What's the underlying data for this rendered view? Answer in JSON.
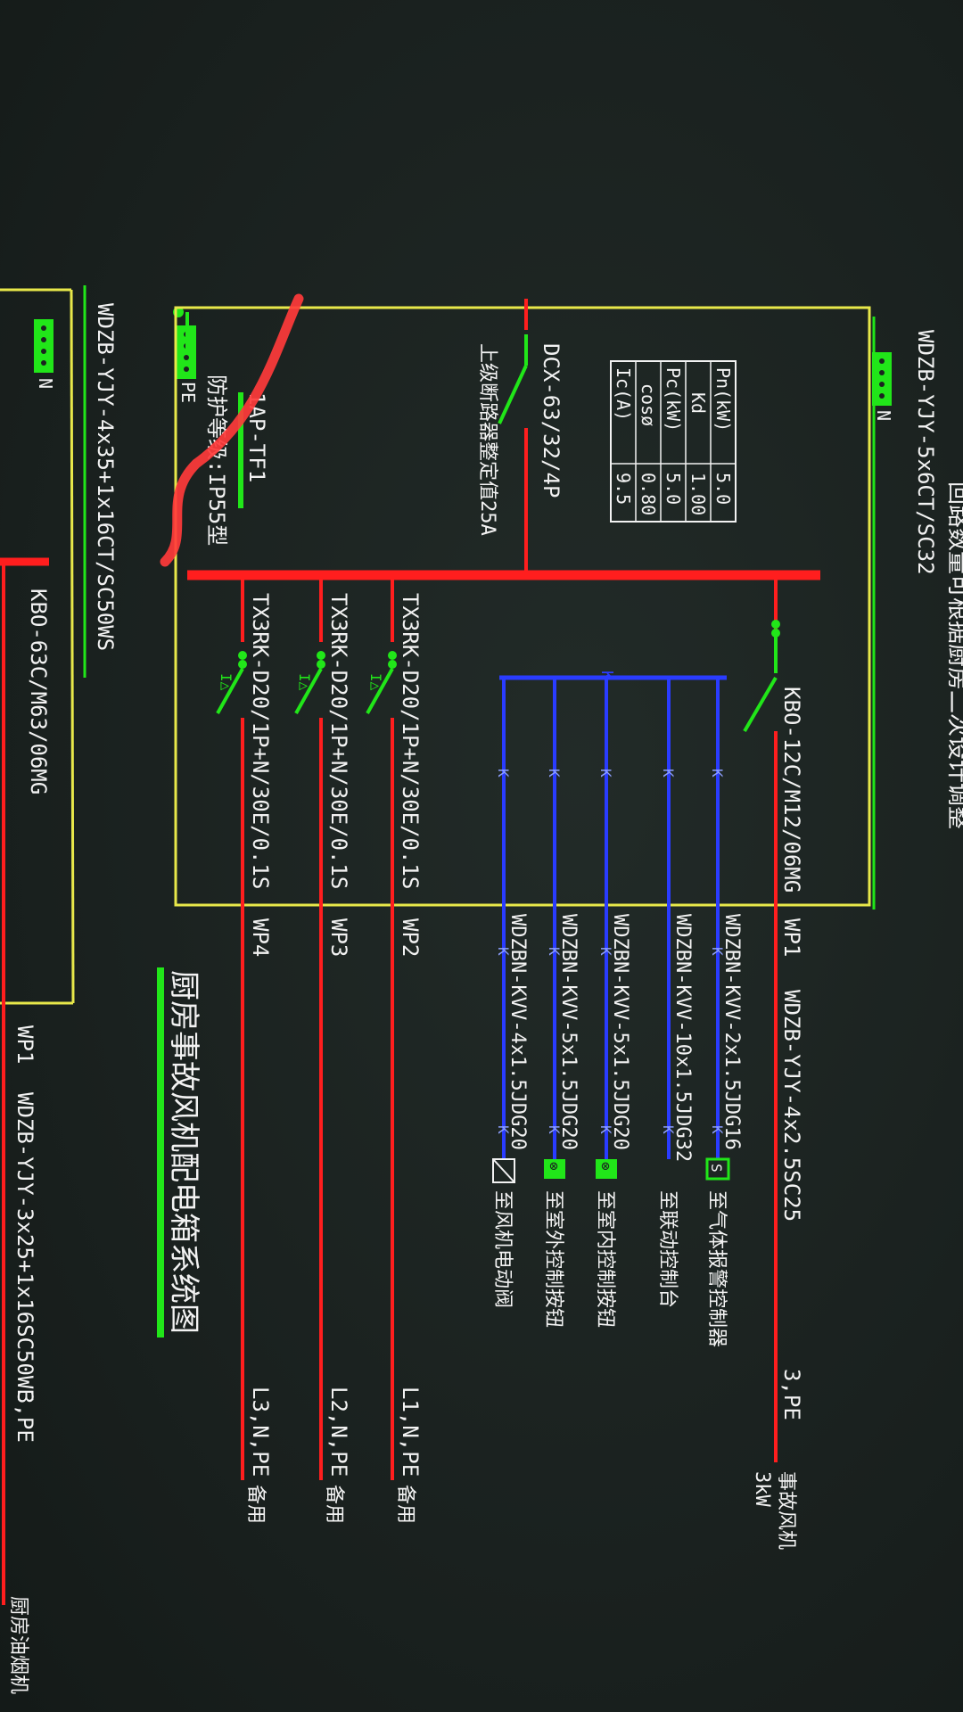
{
  "colors": {
    "phase": "#ff1e1e",
    "neutral": "#21e619",
    "control": "#2a3cff",
    "frame": "#e8e84a",
    "text": "#f2f2f2",
    "background": "#1b2320"
  },
  "header_text": "回路数量可根据厨房二次设计调整",
  "title": "厨房事故风机配电箱系统图",
  "incoming": {
    "cable_top": "WDZB-YJY-5x6CT/SC32",
    "upstream_breaker": "DCX-63/32/4P",
    "upstream_note": "上级断路器整定值25A",
    "neutral_label": "N",
    "pe_label": "PE"
  },
  "box": {
    "name": "1AP-TF1",
    "note": "防护等级:IP55型"
  },
  "load_table": {
    "rows": [
      {
        "label": "Pn(kW)",
        "value": "5.0"
      },
      {
        "label": "Kd",
        "value": "1.00"
      },
      {
        "label": "Pc(kW)",
        "value": "5.0"
      },
      {
        "label": "cosø",
        "value": "0.80"
      },
      {
        "label": "Ic(A)",
        "value": "9.5"
      }
    ]
  },
  "circuits": [
    {
      "breaker": "KBO-12C/M12/06MG",
      "id": "WP1",
      "cable": "WDZB-YJY-4x2.5SC25",
      "phase": "3,PE",
      "load": "事故风机",
      "power": "3kW"
    },
    {
      "breaker": "TX3RK-D20/1P+N/30E/0.1S",
      "id": "WP2",
      "cable": "",
      "phase": "L1,N,PE",
      "load": "备用",
      "power": ""
    },
    {
      "breaker": "TX3RK-D20/1P+N/30E/0.1S",
      "id": "WP3",
      "cable": "",
      "phase": "L2,N,PE",
      "load": "备用",
      "power": ""
    },
    {
      "breaker": "TX3RK-D20/1P+N/30E/0.1S",
      "id": "WP4",
      "cable": "",
      "phase": "L3,N,PE",
      "load": "备用",
      "power": ""
    }
  ],
  "control_lines": [
    {
      "cable": "WDZBN-KVV-2x1.5JDG16",
      "target": "至气体报警控制器",
      "symbol": "S"
    },
    {
      "cable": "WDZBN-KVV-10x1.5JDG32",
      "target": "至联动控制台",
      "symbol": ""
    },
    {
      "cable": "WDZBN-KVV-5x1.5JDG20",
      "target": "至室内控制按钮",
      "symbol": "⊗"
    },
    {
      "cable": "WDZBN-KVV-5x1.5JDG20",
      "target": "至室外控制按钮",
      "symbol": "⊗"
    },
    {
      "cable": "WDZBN-KVV-4x1.5JDG20",
      "target": "至风机电动阀",
      "symbol": ""
    }
  ],
  "control_marker": "K",
  "rcd_marker": "I△",
  "lower_section": {
    "cable": "WDZB-YJY-4x35+1x16CT/SC50WS",
    "breaker": "KBO-63C/M63/06MG",
    "circuit_id": "WP1",
    "circuit_cable": "WDZB-YJY-3x25+1x16SC50WE",
    "phase": "3,PE",
    "load": "厨房油烟机",
    "neutral_label": "N"
  }
}
